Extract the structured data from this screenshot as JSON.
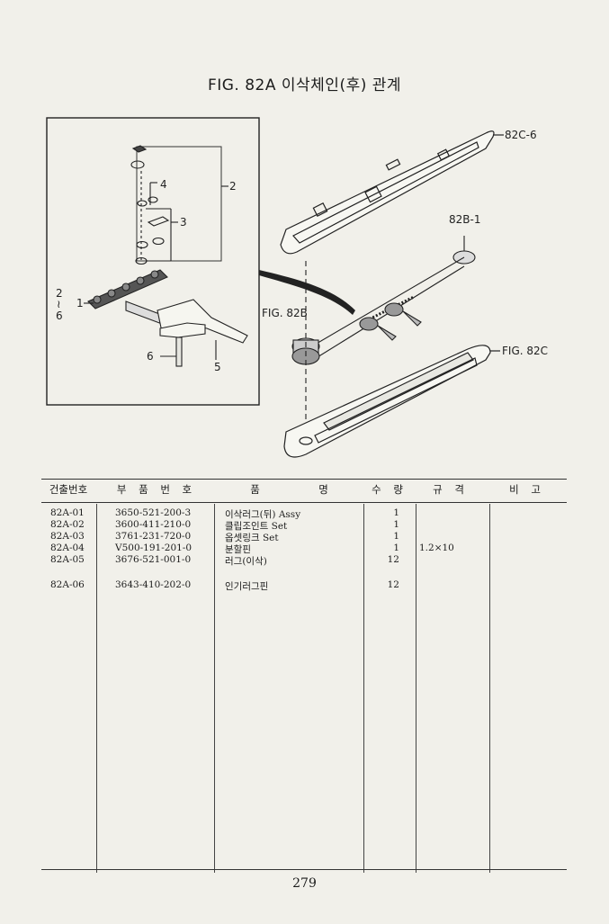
{
  "figure_title": "FIG. 82A 이삭체인(후) 관계",
  "callouts": {
    "c82c6": "82C-6",
    "c82b1": "82B-1",
    "fig82b": "FIG. 82B",
    "fig82c": "FIG. 82C",
    "n2": "2",
    "n4": "4",
    "n3": "3",
    "n1": "1",
    "range_top": "2",
    "range_bottom": "6",
    "n6": "6",
    "n5": "5"
  },
  "table": {
    "headers": {
      "ref": "건출번호",
      "part": "부 품 번 호",
      "name_left": "품",
      "name_right": "명",
      "qty": "수 량",
      "spec": "규 격",
      "remark": "비 고"
    },
    "rows": [
      {
        "ref": "82A-01",
        "part": "3650-521-200-3",
        "desc": "이삭러그(뒤) Assy",
        "qty": "1",
        "spec": ""
      },
      {
        "ref": "82A-02",
        "part": "3600-411-210-0",
        "desc": "클립조인트 Set",
        "qty": "1",
        "spec": ""
      },
      {
        "ref": "82A-03",
        "part": "3761-231-720-0",
        "desc": "옵셋링크 Set",
        "qty": "1",
        "spec": ""
      },
      {
        "ref": "82A-04",
        "part": "V500-191-201-0",
        "desc": "분할핀",
        "qty": "1",
        "spec": "1.2×10"
      },
      {
        "ref": "82A-05",
        "part": "3676-521-001-0",
        "desc": "러그(이삭)",
        "qty": "12",
        "spec": ""
      },
      {
        "ref": "82A-06",
        "part": "3643-410-202-0",
        "desc": "인기러그핀",
        "qty": "12",
        "spec": ""
      }
    ]
  },
  "page_number": "279"
}
